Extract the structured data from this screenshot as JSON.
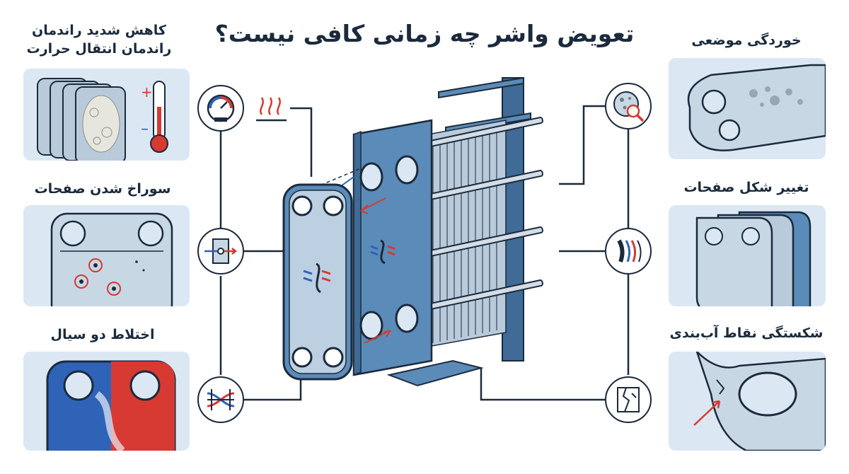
{
  "title": "تعویض واشر چه زمانی کافی نیست؟",
  "left_items": [
    {
      "line1": "کاهش شدید راندمان",
      "line2": "راندمان انتقال حرارت"
    },
    {
      "line1": "سوراخ شدن صفحات",
      "line2": ""
    },
    {
      "line1": "اختلاط دو سیال",
      "line2": ""
    }
  ],
  "right_items": [
    {
      "line1": "خوردگی موضعی"
    },
    {
      "line1": "تغییر شکل صفحات"
    },
    {
      "line1": "شکستگی نقاط آب‌بندی"
    }
  ],
  "icons": {
    "left": [
      "gauge-icon",
      "plate-leak-icon",
      "mixing-flow-icon"
    ],
    "right": [
      "corrosion-magnifier-icon",
      "deformed-plates-icon",
      "cracked-seal-icon"
    ],
    "heat": "heat-waves-icon"
  },
  "colors": {
    "dark": "#1b2a3c",
    "steel": "#5b8bb8",
    "steel_dark": "#3f6b96",
    "panel_bg": "#dbe8f3",
    "hot": "#d63a32",
    "cold": "#2f63b8"
  }
}
